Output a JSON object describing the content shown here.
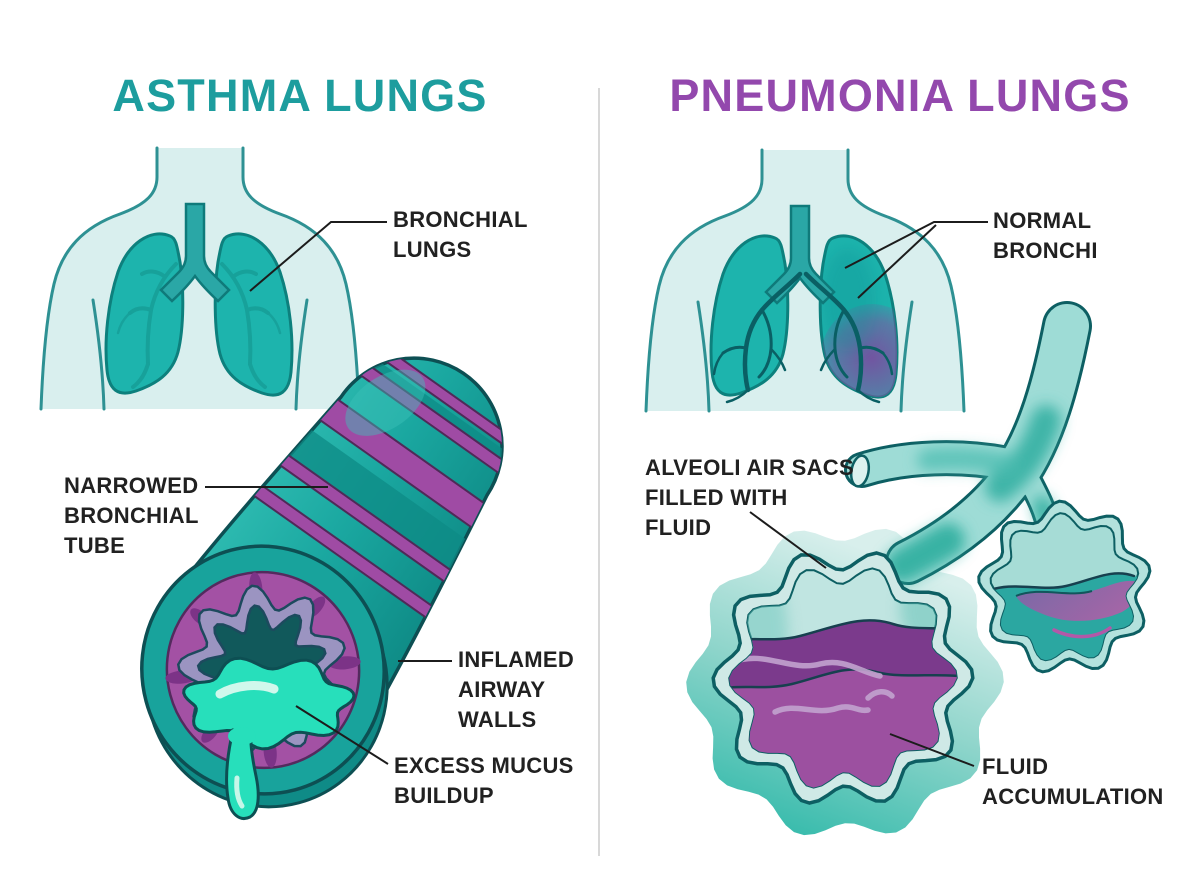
{
  "left_panel": {
    "title": "ASTHMA LUNGS",
    "labels": {
      "bronchial_lungs": "BRONCHIAL\nLUNGS",
      "narrowed_bronchial_tube": "NARROWED\nBRONCHIAL\nTUBE",
      "inflamed_airway_walls": "INFLAMED\nAIRWAY\nWALLS",
      "excess_mucus_buildup": "EXCESS MUCUS\nBUILDUP"
    }
  },
  "right_panel": {
    "title": "PNEUMONIA LUNGS",
    "labels": {
      "normal_bronchi": "NORMAL\nBRONCHI",
      "alveoli_air_sacs_filled_with_fluid": "ALVEOLI AIR SACS\nFILLED WITH\nFLUID",
      "fluid_accumulation": "FLUID\nACCUMULATION"
    }
  },
  "colors": {
    "teal_title": "#1d9d9e",
    "purple_title": "#9348ad",
    "body_fill": "#d9efee",
    "body_outline": "#2e9193",
    "lung_teal": "#1db4ad",
    "lung_outline": "#0d807d",
    "bronchi_dark": "#0a5f64",
    "tube_teal": "#19a39d",
    "tube_outline": "#0d4f53",
    "ring_purple": "#9f4ba4",
    "wall_purple": "#a351a4",
    "wall_spot": "#7c3387",
    "lining_lavender": "#9b94c1",
    "lumen_dark": "#11595b",
    "mucus_green": "#27dfbb",
    "mucus_highlight": "#d9f9ee",
    "alveolus_light": "#cfe9e6",
    "alveolus_teal": "#2eb3a9",
    "fluid_purple": "#9c50a0",
    "fluid_dark_purple": "#7b3a8c",
    "fluid_highlight": "#c2a3cf",
    "label_text": "#212121",
    "leader_line": "#1c1c1c",
    "divider": "#d8d8d8",
    "background": "#ffffff"
  }
}
